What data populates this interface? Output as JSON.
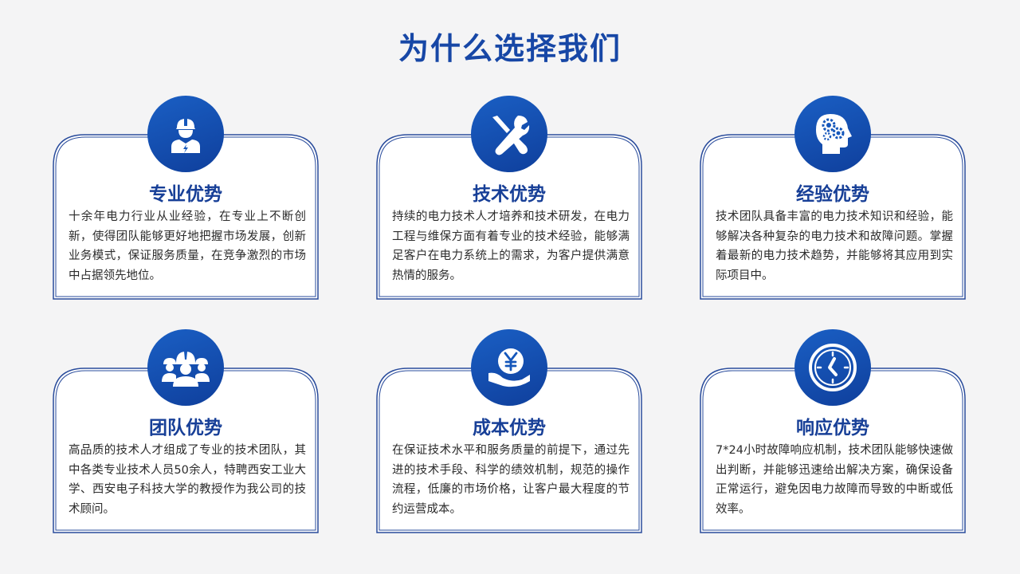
{
  "page": {
    "title": "为什么选择我们"
  },
  "theme": {
    "accent": "#1747a6",
    "circle": "#1557bb",
    "border": "#2a4c9c"
  },
  "cards": [
    {
      "icon": "worker-icon",
      "title": "专业优势",
      "text": "十余年电力行业从业经验，在专业上不断创新，使得团队能够更好地把握市场发展，创新业务模式，保证服务质量，在竞争激烈的市场中占据领先地位。"
    },
    {
      "icon": "wrench-screwdriver-icon",
      "title": "技术优势",
      "text": "持续的电力技术人才培养和技术研发，在电力工程与维保方面有着专业的技术经验，能够满足客户在电力系统上的需求，为客户提供满意热情的服务。"
    },
    {
      "icon": "brain-gears-icon",
      "title": "经验优势",
      "text": "技术团队具备丰富的电力技术知识和经验，能够解决各种复杂的电力技术和故障问题。掌握着最新的电力技术趋势，并能够将其应用到实际项目中。"
    },
    {
      "icon": "team-helmets-icon",
      "title": "团队优势",
      "text": "高品质的技术人才组成了专业的技术团队，其中各类专业技术人员50余人，特聘西安工业大学、西安电子科技大学的教授作为我公司的技术顾问。"
    },
    {
      "icon": "coin-hand-icon",
      "title": "成本优势",
      "text": "在保证技术水平和服务质量的前提下，通过先进的技术手段、科学的绩效机制，规范的操作流程，低廉的市场价格，让客户最大程度的节约运营成本。"
    },
    {
      "icon": "clock-icon",
      "title": "响应优势",
      "text": "7*24小时故障响应机制，技术团队能够快速做出判断，并能够迅速给出解决方案，确保设备正常运行，避免因电力故障而导致的中断或低效率。"
    }
  ]
}
